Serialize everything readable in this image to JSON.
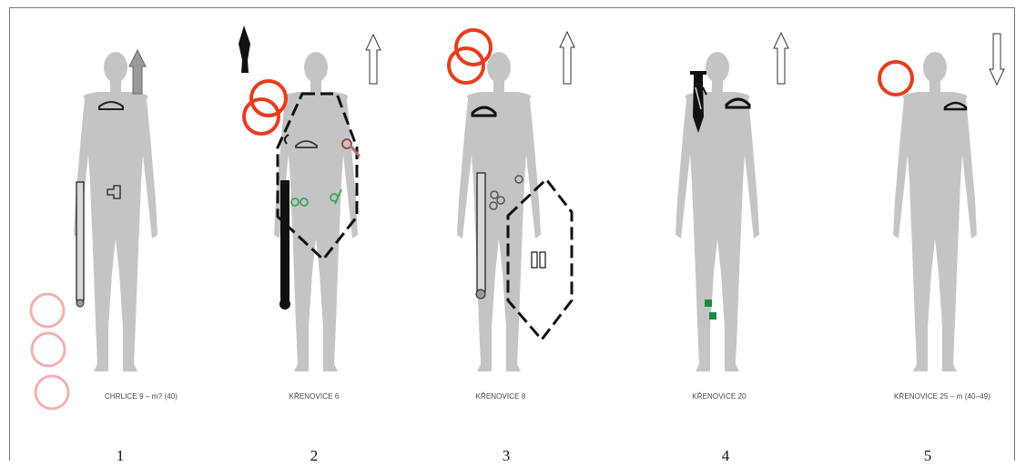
{
  "figure": {
    "colors": {
      "body": "#c4c4c4",
      "ring_red": "#e53e1f",
      "ring_pink": "#f2b1b1",
      "green": "#3aa65a",
      "green_square": "#228844",
      "black": "#111111"
    },
    "panels": [
      {
        "number": "1",
        "caption": "CHRLICE 9 – m? (40)",
        "arrow": "up",
        "arrow_style": "filled"
      },
      {
        "number": "2",
        "caption": "KŘENOVICE 6",
        "arrow": "up",
        "arrow_style": "outline"
      },
      {
        "number": "3",
        "caption": "KŘENOVICE 8",
        "arrow": "up",
        "arrow_style": "outline"
      },
      {
        "number": "4",
        "caption": "KŘENOVICE 20",
        "arrow": "up",
        "arrow_style": "outline"
      },
      {
        "number": "5",
        "caption": "KŘENOVICE 25 – m (40–49)",
        "arrow": "down",
        "arrow_style": "outline"
      }
    ]
  }
}
